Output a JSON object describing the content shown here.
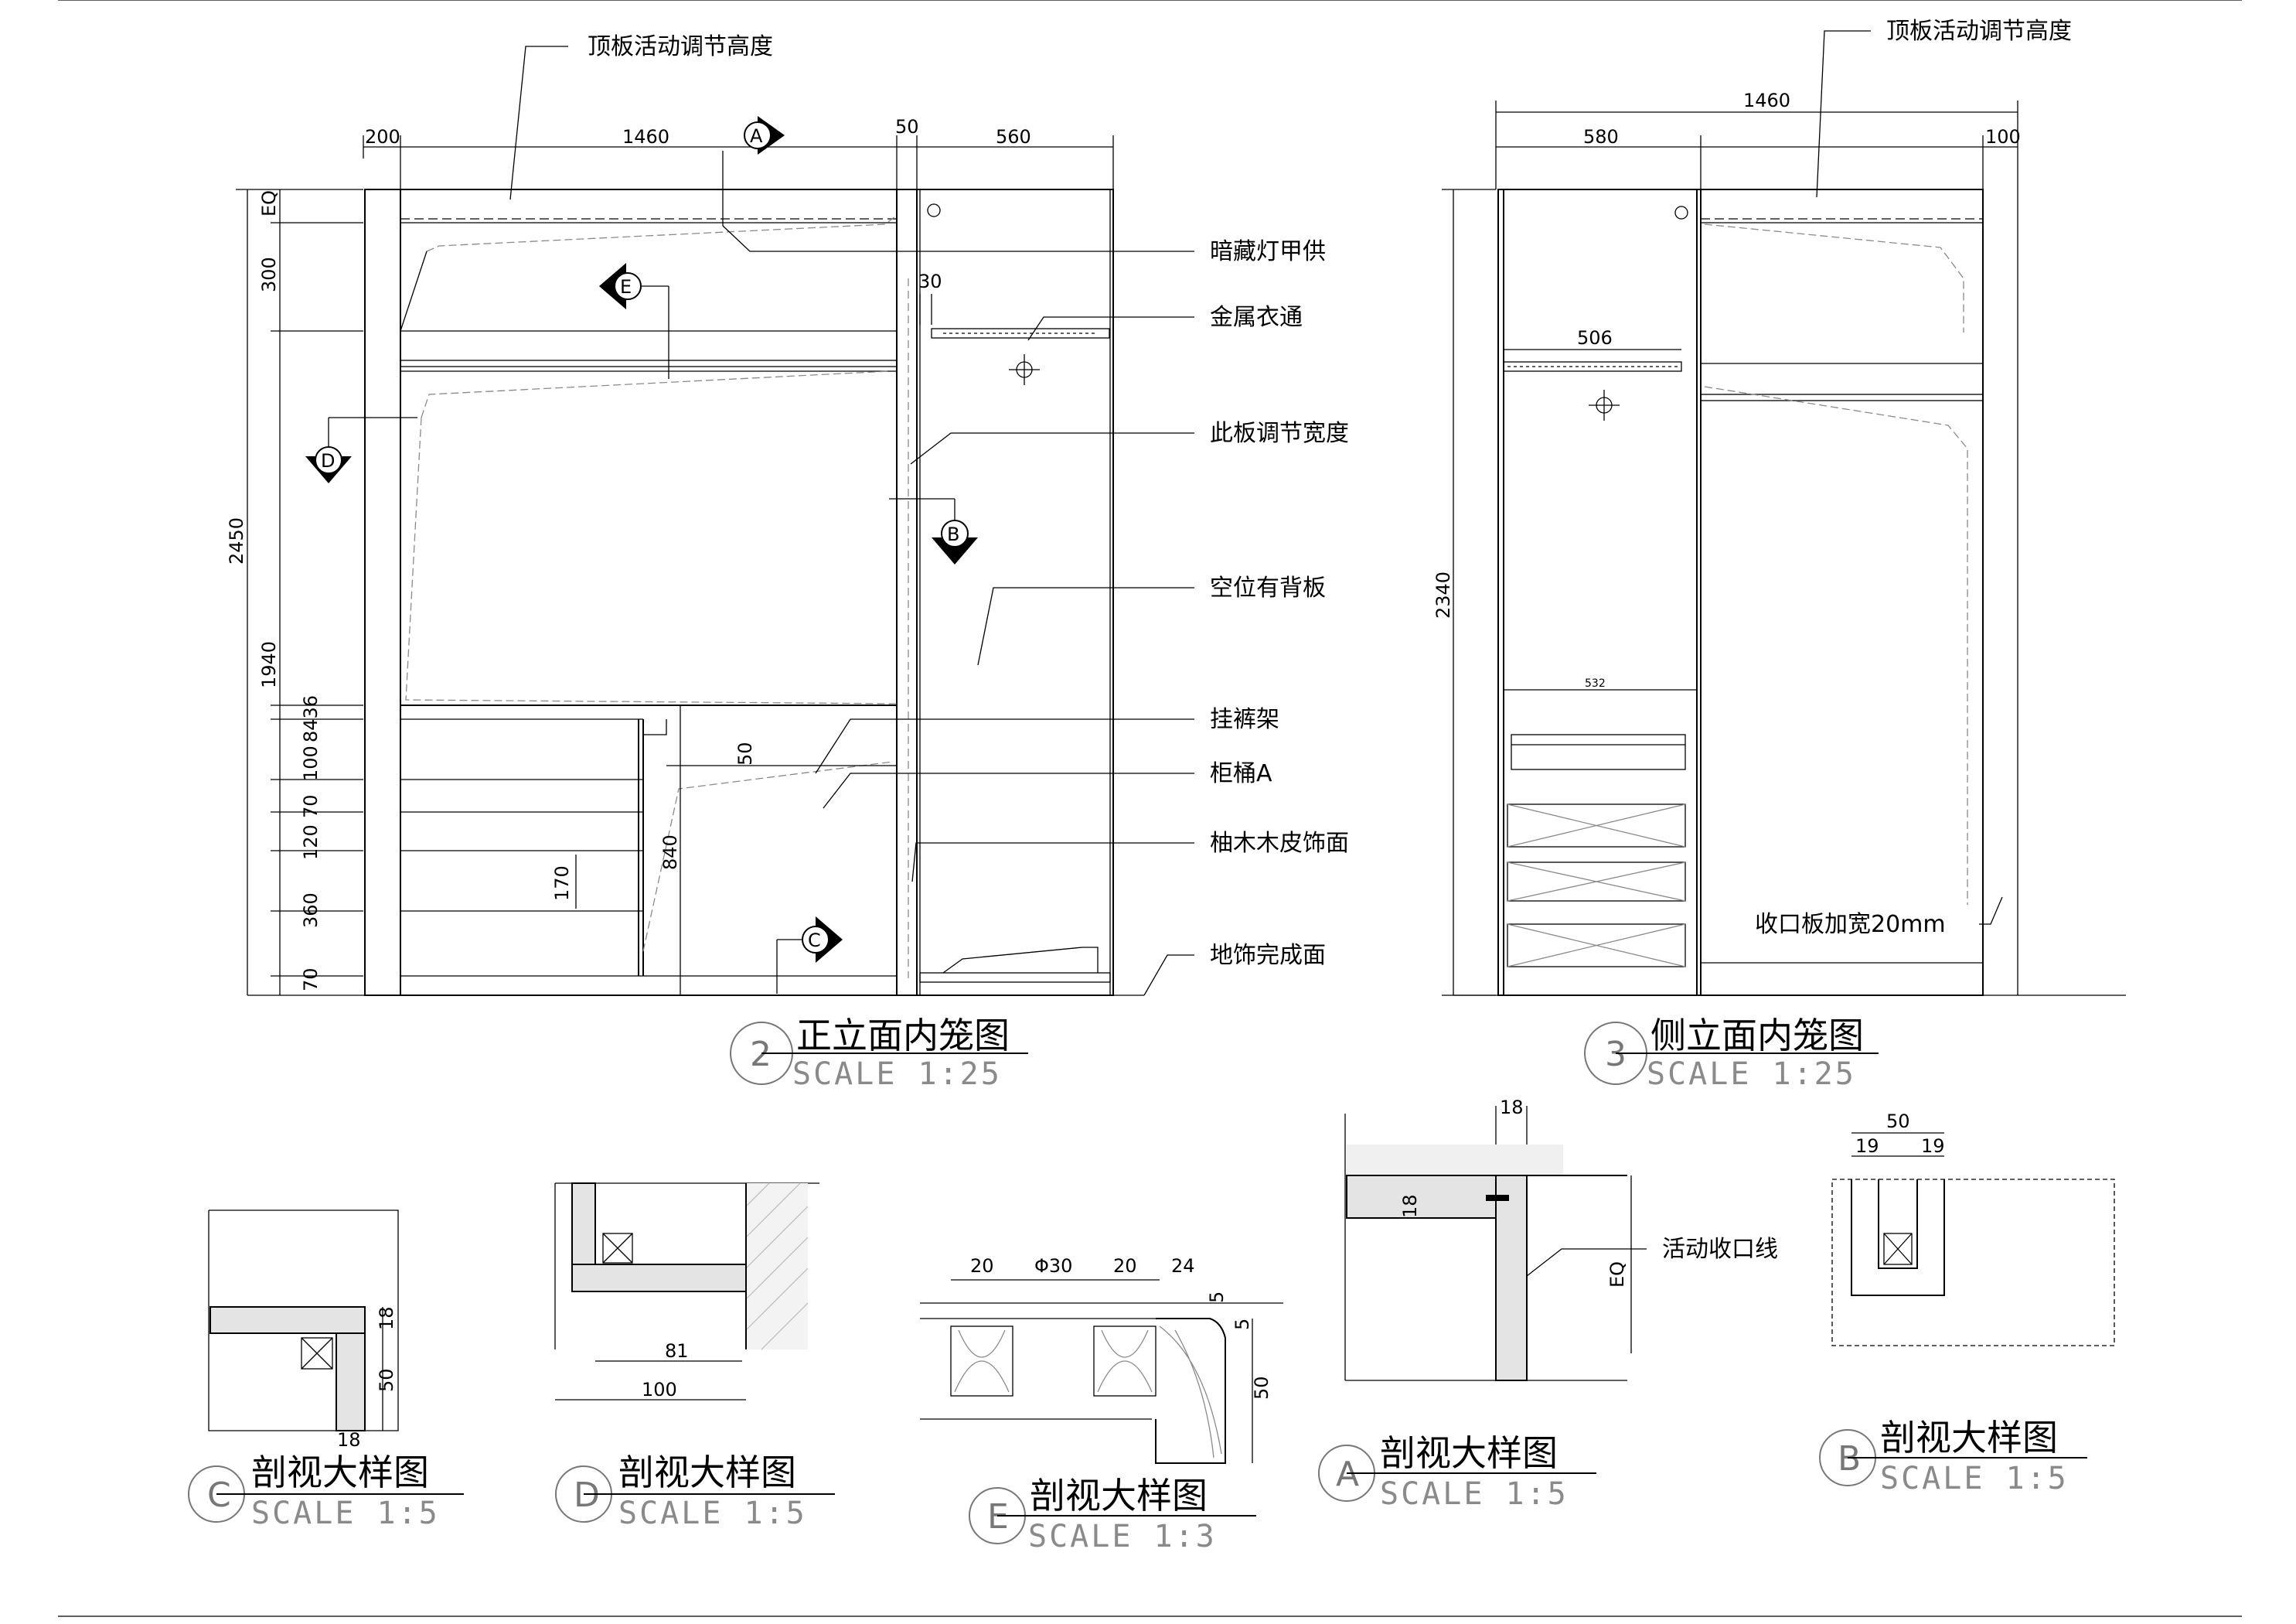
{
  "views": {
    "front": {
      "number": "2",
      "title": "正立面内笼图",
      "scale": "SCALE 1:25"
    },
    "side": {
      "number": "3",
      "title": "侧立面内笼图",
      "scale": "SCALE 1:25"
    }
  },
  "details": {
    "c": {
      "letter": "C",
      "title": "剖视大样图",
      "scale": "SCALE 1:5"
    },
    "d": {
      "letter": "D",
      "title": "剖视大样图",
      "scale": "SCALE 1:5"
    },
    "e": {
      "letter": "E",
      "title": "剖视大样图",
      "scale": "SCALE 1:3"
    },
    "a": {
      "letter": "A",
      "title": "剖视大样图",
      "scale": "SCALE 1:5"
    },
    "b": {
      "letter": "B",
      "title": "剖视大样图",
      "scale": "SCALE 1:5"
    }
  },
  "annotations": {
    "top_panel_front": "顶板活动调节高度",
    "top_panel_side": "顶板活动调节高度",
    "hidden_light": "暗藏灯甲供",
    "metal_rod": "金属衣通",
    "adjust_width": "此板调节宽度",
    "back_panel": "空位有背板",
    "pants_rack": "挂裤架",
    "drawer_a": "柜桶A",
    "veneer": "柚木木皮饰面",
    "floor": "地饰完成面",
    "widen": "收口板加宽20mm",
    "moving_trim": "活动收口线"
  },
  "front_dims": {
    "top": [
      "200",
      "1460",
      "50",
      "560"
    ],
    "left": [
      "EQ",
      "300",
      "2450",
      "1940",
      "8436",
      "100",
      "70",
      "120",
      "360",
      "70"
    ],
    "inner": [
      "30",
      "50",
      "170",
      "840"
    ]
  },
  "side_dims": {
    "top": [
      "1460",
      "580",
      "100"
    ],
    "left": [
      "2340"
    ],
    "inner": [
      "506",
      "532"
    ]
  },
  "detail_dims": {
    "c": [
      "18",
      "50",
      "18"
    ],
    "d": [
      "81",
      "100"
    ],
    "e": [
      "20",
      "Φ30",
      "20",
      "24",
      "5",
      "5",
      "50"
    ],
    "a": [
      "18",
      "18",
      "EQ"
    ],
    "b": [
      "50",
      "19",
      "19"
    ]
  },
  "markers": {
    "a": "A",
    "b": "B",
    "c": "C",
    "d": "D",
    "e": "E"
  }
}
